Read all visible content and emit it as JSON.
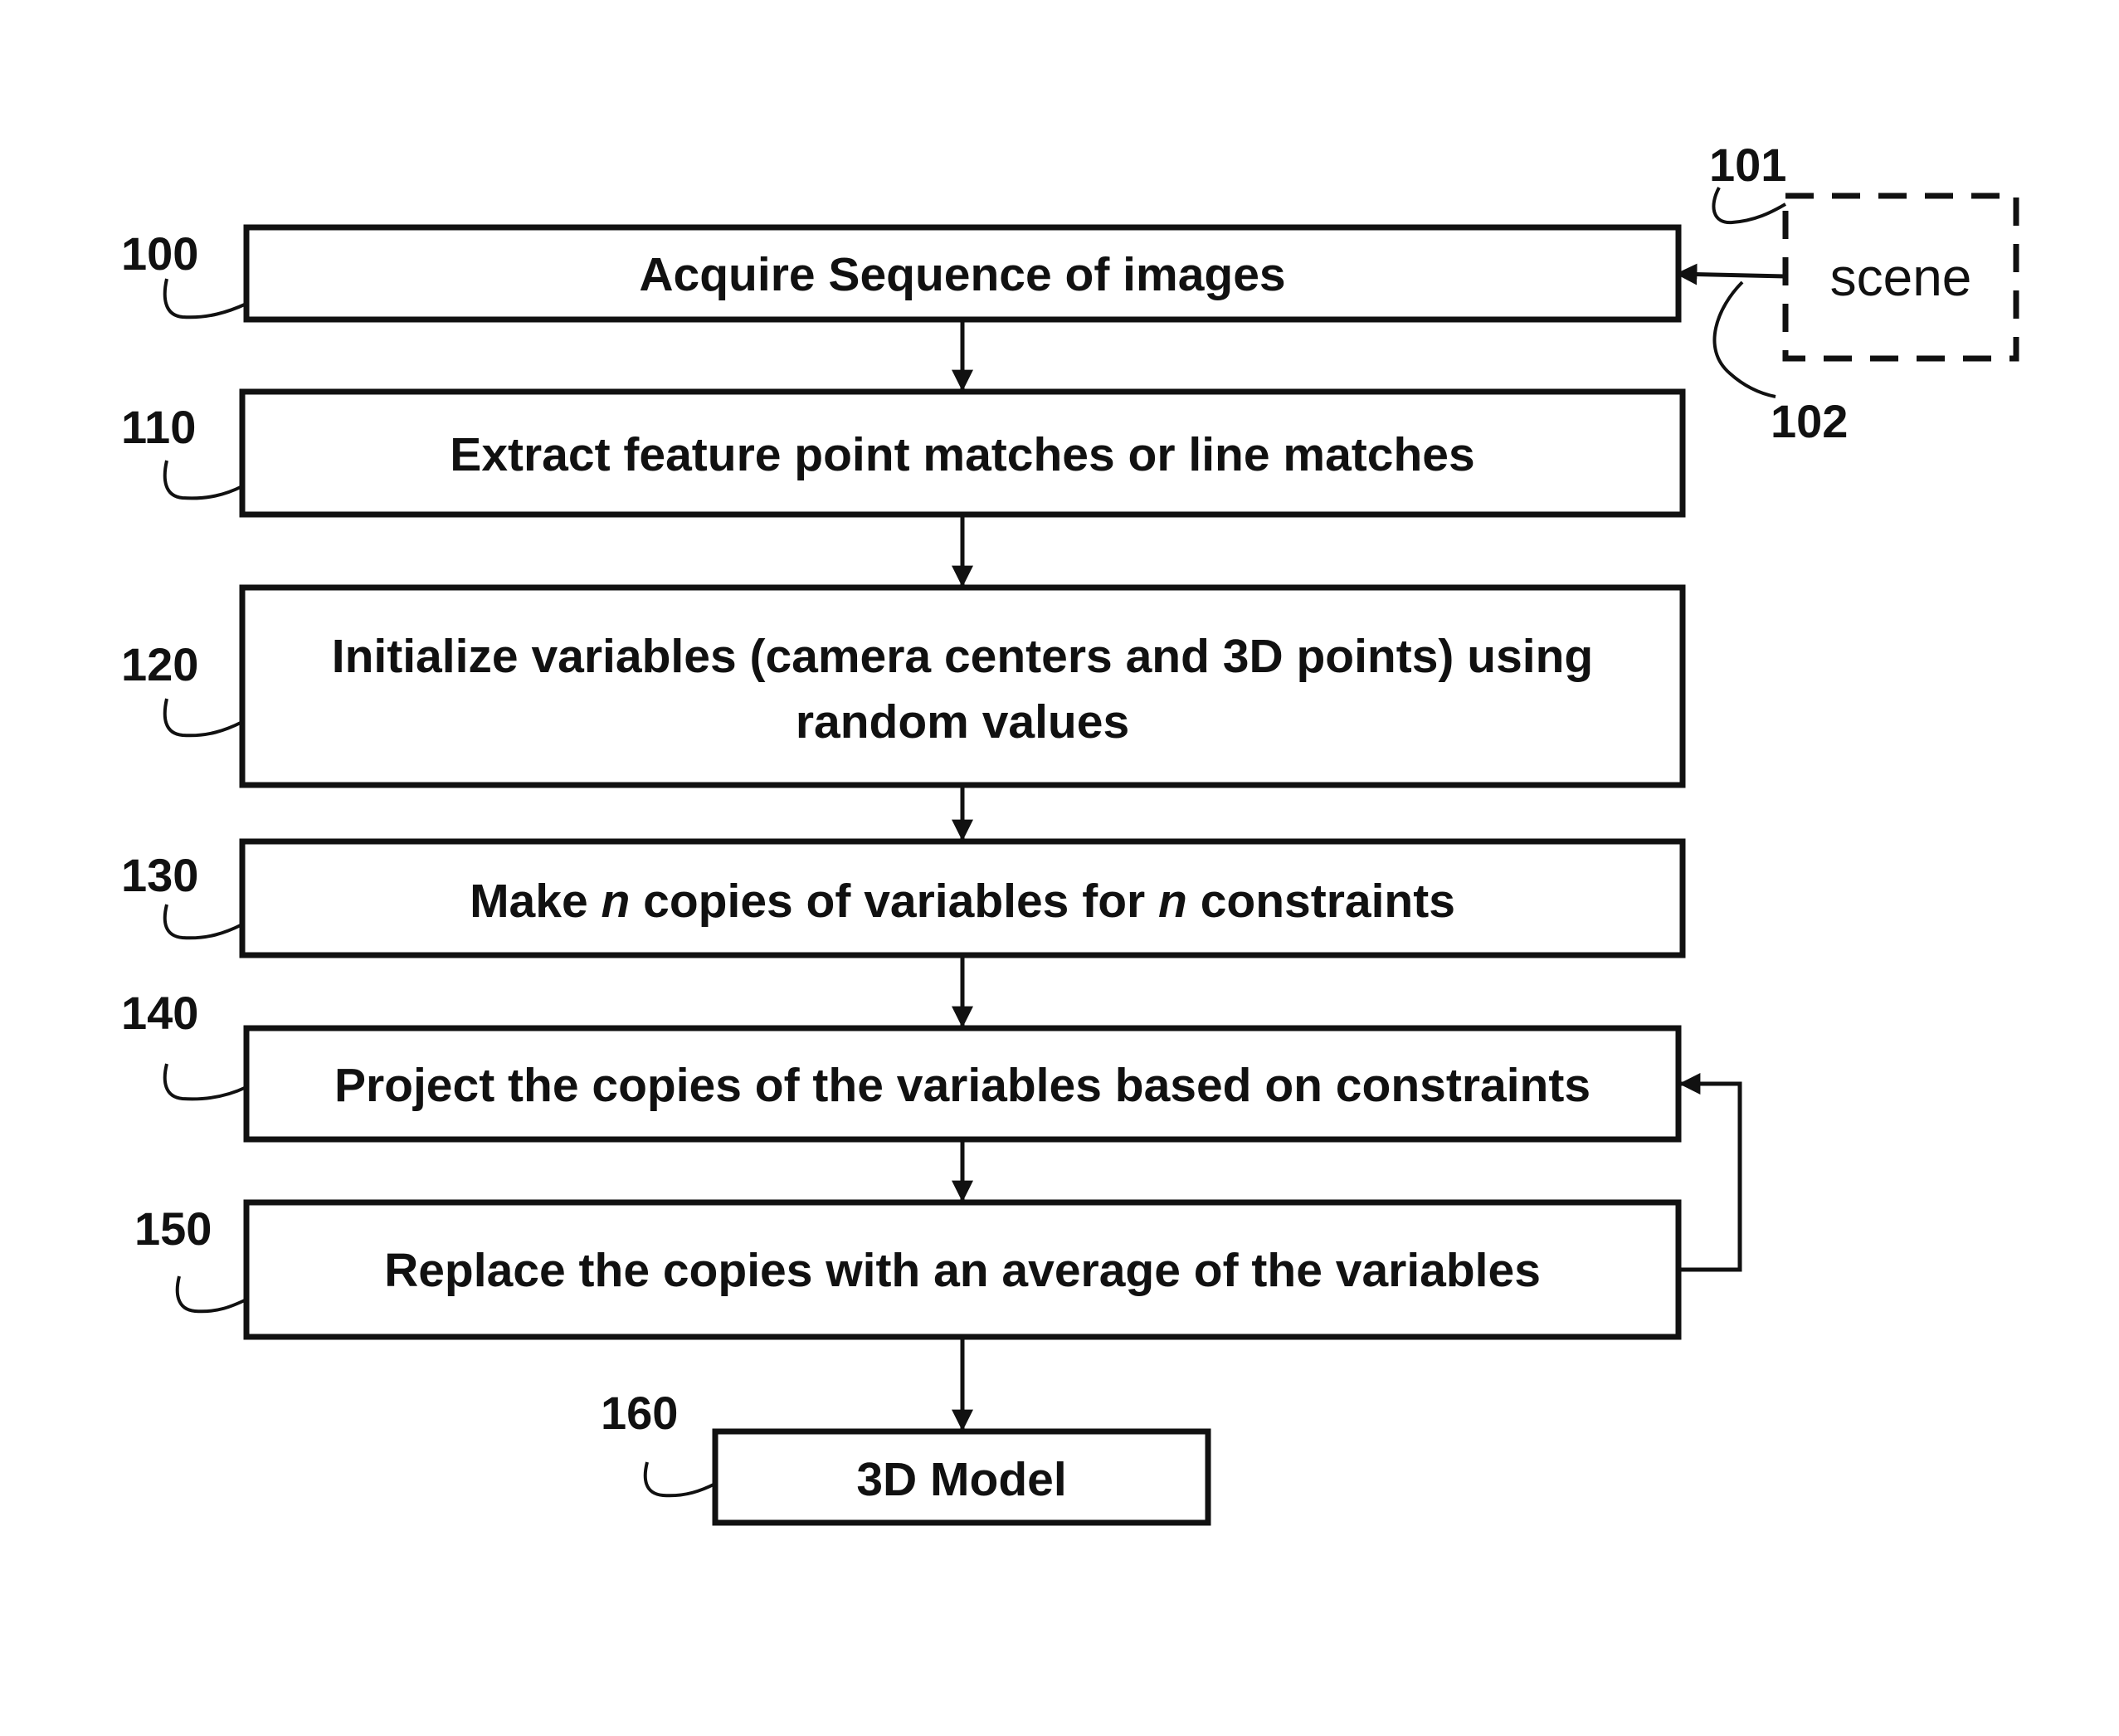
{
  "steps": {
    "s100": {
      "ref": "100",
      "text": "Acquire Sequence of images"
    },
    "s110": {
      "ref": "110",
      "text": "Extract feature point matches or line matches"
    },
    "s120": {
      "ref": "120",
      "line1": "Initialize variables (camera centers and 3D points)  using",
      "line2": "random values"
    },
    "s130": {
      "ref": "130",
      "part1": "Make ",
      "n1": "n",
      "part2": " copies of variables  for ",
      "n2": "n",
      "part3": " constraints"
    },
    "s140": {
      "ref": "140",
      "text": "Project the copies of the variables  based on constraints"
    },
    "s150": {
      "ref": "150",
      "text": "Replace the copies with an average of the variables"
    },
    "s160": {
      "ref": "160",
      "text": "3D Model"
    }
  },
  "scene": {
    "ref": "101",
    "label": "scene",
    "arrow_ref": "102"
  }
}
